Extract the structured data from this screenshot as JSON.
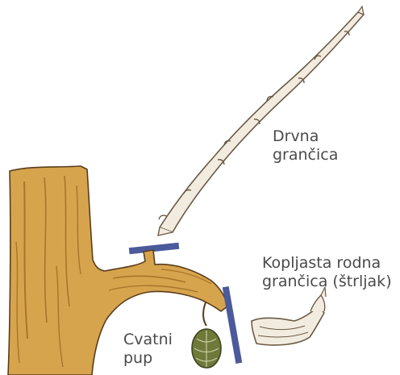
{
  "labels": {
    "wood_shoot": [
      "Drvna",
      "grančica"
    ],
    "spur": [
      "Kopljasta rodna",
      "grančica (štrljak)"
    ],
    "flower_bud": [
      "Cvatni",
      "pup"
    ]
  },
  "colors": {
    "bark_fill": "#d7a44e",
    "bark_shade": "#a8752a",
    "bark_outline": "#5a3d1a",
    "cut_marker": "#4b5a9a",
    "shoot_fill": "#f2ece0",
    "shoot_outline": "#6b5a44",
    "bud_fill": "#6f7a3a",
    "label_text": "#4a4a4a"
  }
}
